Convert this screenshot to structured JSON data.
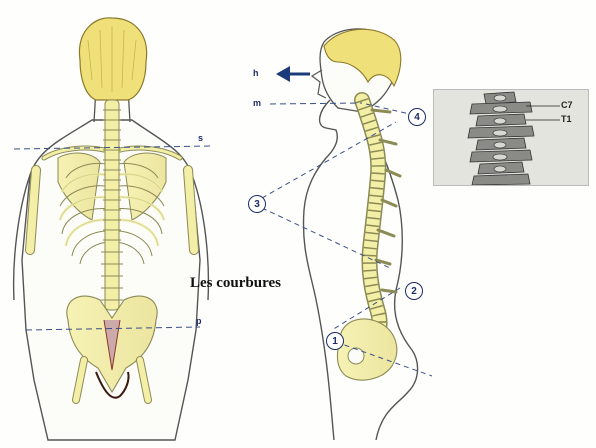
{
  "labels": {
    "caption": "Les courbures",
    "head_direction": "h",
    "mastoid_line": "m",
    "shoulder_line": "s",
    "pelvis_line": "p",
    "c7": "C7",
    "t1": "T1"
  },
  "curve_markers": [
    "1",
    "2",
    "3",
    "4"
  ],
  "colors": {
    "bone": "#f3efa6",
    "bone_outline": "#8c8a55",
    "hair": "#f0e07a",
    "line_blue": "#3a4f86",
    "arrow": "#1b3a7a"
  }
}
